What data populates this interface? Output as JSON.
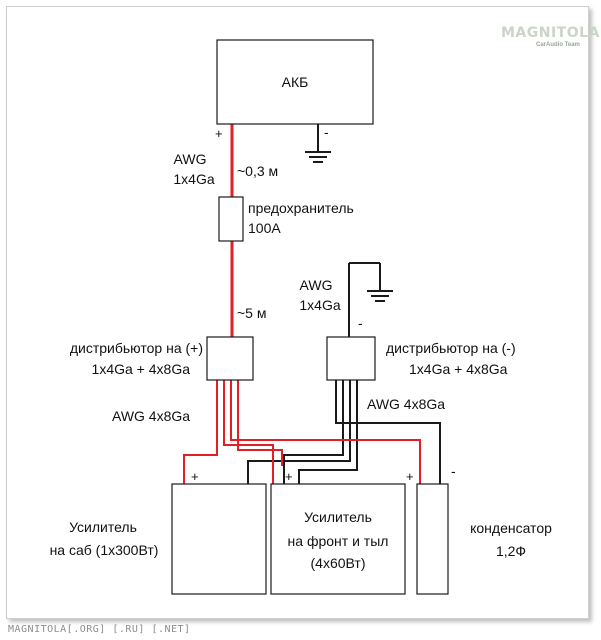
{
  "labels": {
    "battery": "АКБ",
    "battery_minus": "-",
    "battery_plus": "+",
    "awg_top_line1": "AWG",
    "awg_top_line2": "1x4Ga",
    "len_top": "~0,3 м",
    "fuse_line1": "предохранитель",
    "fuse_line2": "100A",
    "len_mid": "~5 м",
    "awg_gnd_line1": "AWG",
    "awg_gnd_line2": "1x4Ga",
    "gnd_minus": "-",
    "dist_plus_line1": "дистрибьютор на (+)",
    "dist_plus_line2": "1x4Ga + 4x8Ga",
    "dist_minus_line1": "дистрибьютор на (-)",
    "dist_minus_line2": "1x4Ga + 4x8Ga",
    "awg_4x8_left": "AWG 4x8Ga",
    "awg_4x8_right": "AWG 4x8Ga",
    "amp1_plus": "+",
    "amp2_plus": "+",
    "cap_plus": "+",
    "cap_minus": "-",
    "amp1_line1": "Усилитель",
    "amp1_line2": "на саб (1x300Вт)",
    "amp2_line1": "Усилитель",
    "amp2_line2": "на фронт и тыл",
    "amp2_line3": "(4x60Вт)",
    "cap_line1": "конденсатор",
    "cap_line2": "1,2Ф"
  },
  "watermark": {
    "brand": "MAGNITOLA",
    "team": "CarAudio Team"
  },
  "footer": "MAGNITOLA[.ORG] [.RU] [.NET]",
  "colors": {
    "positive_wire": "#e31e24",
    "negative_wire": "#1a1a1a",
    "plus_sign": "#e31e24"
  }
}
